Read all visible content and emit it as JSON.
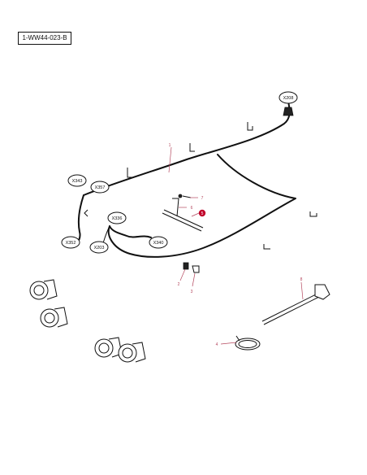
{
  "reference_code": "1-WW44-023-B",
  "connector_tags": [
    "X208",
    "X343",
    "X357",
    "X336",
    "X352",
    "X203",
    "X340"
  ],
  "callouts": [
    "1",
    "2",
    "3",
    "4",
    "5",
    "6",
    "7",
    "8"
  ],
  "colors": {
    "line": "#111111",
    "callout": "#b5485f",
    "highlight": "#c0002a"
  }
}
